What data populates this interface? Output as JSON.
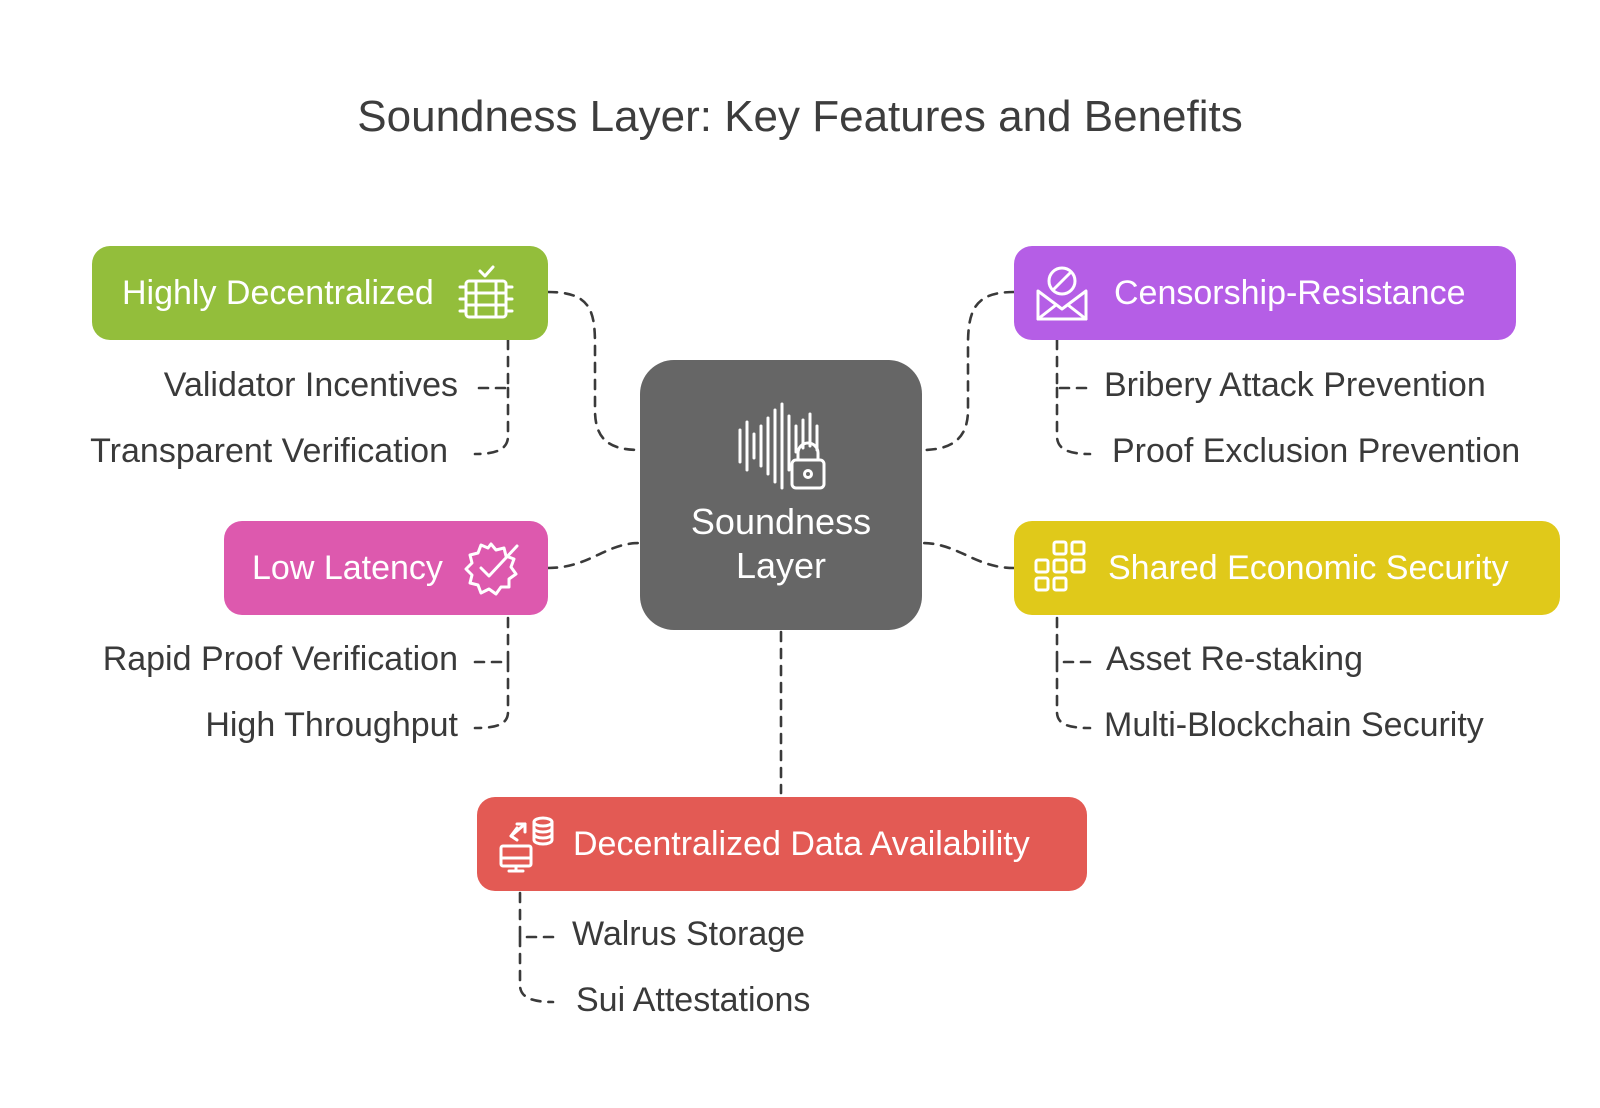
{
  "title": "Soundness Layer: Key Features and Benefits",
  "center": {
    "line1": "Soundness",
    "line2": "Layer",
    "icon": "soundwave-lock-icon"
  },
  "colors": {
    "center": "#666666",
    "highly_decentralized": "#93be3b",
    "censorship_resistance": "#b55ee6",
    "low_latency": "#dd59ae",
    "shared_economic_security": "#e0c91a",
    "decentralized_data_availability": "#e35a54",
    "connector": "#3a3a3a"
  },
  "nodes": {
    "highly_decentralized": {
      "label": "Highly Decentralized",
      "icon": "server-stack-check-icon",
      "subitems": [
        "Validator Incentives",
        "Transparent Verification"
      ]
    },
    "censorship_resistance": {
      "label": "Censorship-Resistance",
      "icon": "blocked-mail-icon",
      "subitems": [
        "Bribery Attack Prevention",
        "Proof Exclusion Prevention"
      ]
    },
    "low_latency": {
      "label": "Low Latency",
      "icon": "gear-check-icon",
      "subitems": [
        "Rapid Proof Verification",
        "High Throughput"
      ]
    },
    "shared_economic_security": {
      "label": "Shared Economic Security",
      "icon": "blocks-grid-icon",
      "subitems": [
        "Asset Re-staking",
        "Multi-Blockchain Security"
      ]
    },
    "decentralized_data_availability": {
      "label": "Decentralized Data Availability",
      "icon": "database-transfer-icon",
      "subitems": [
        "Walrus Storage",
        "Sui Attestations"
      ]
    }
  }
}
